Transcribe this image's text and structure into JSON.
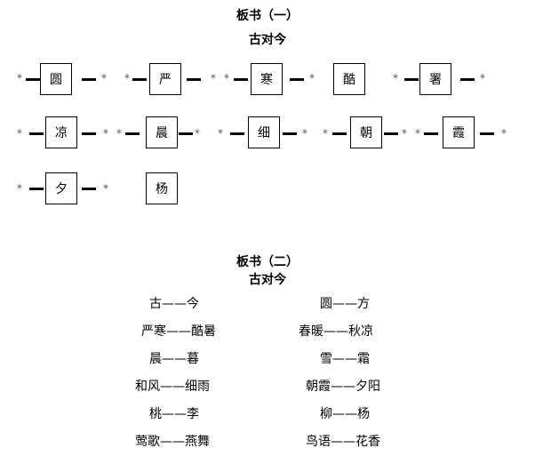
{
  "section1": {
    "title": "板书（一）",
    "subtitle": "古对今",
    "star_glyph": "*",
    "rows": [
      {
        "boxes": [
          "圆",
          "严",
          "寒",
          "酷",
          "署"
        ]
      },
      {
        "boxes": [
          "凉",
          "晨",
          "细",
          "朝",
          "霞"
        ]
      },
      {
        "boxes": [
          "夕",
          "杨"
        ]
      }
    ]
  },
  "section2": {
    "title": "板书（二）",
    "subtitle": "古对今",
    "left_pairs": [
      "古——今",
      "严寒——酷暑",
      "晨——暮",
      "和风——细雨",
      "桃——李",
      "莺歌——燕舞"
    ],
    "right_pairs": [
      "圆——方",
      "春暖——秋凉",
      "雪——霜",
      "朝霞——夕阳",
      "柳——杨",
      "鸟语——花香"
    ]
  }
}
